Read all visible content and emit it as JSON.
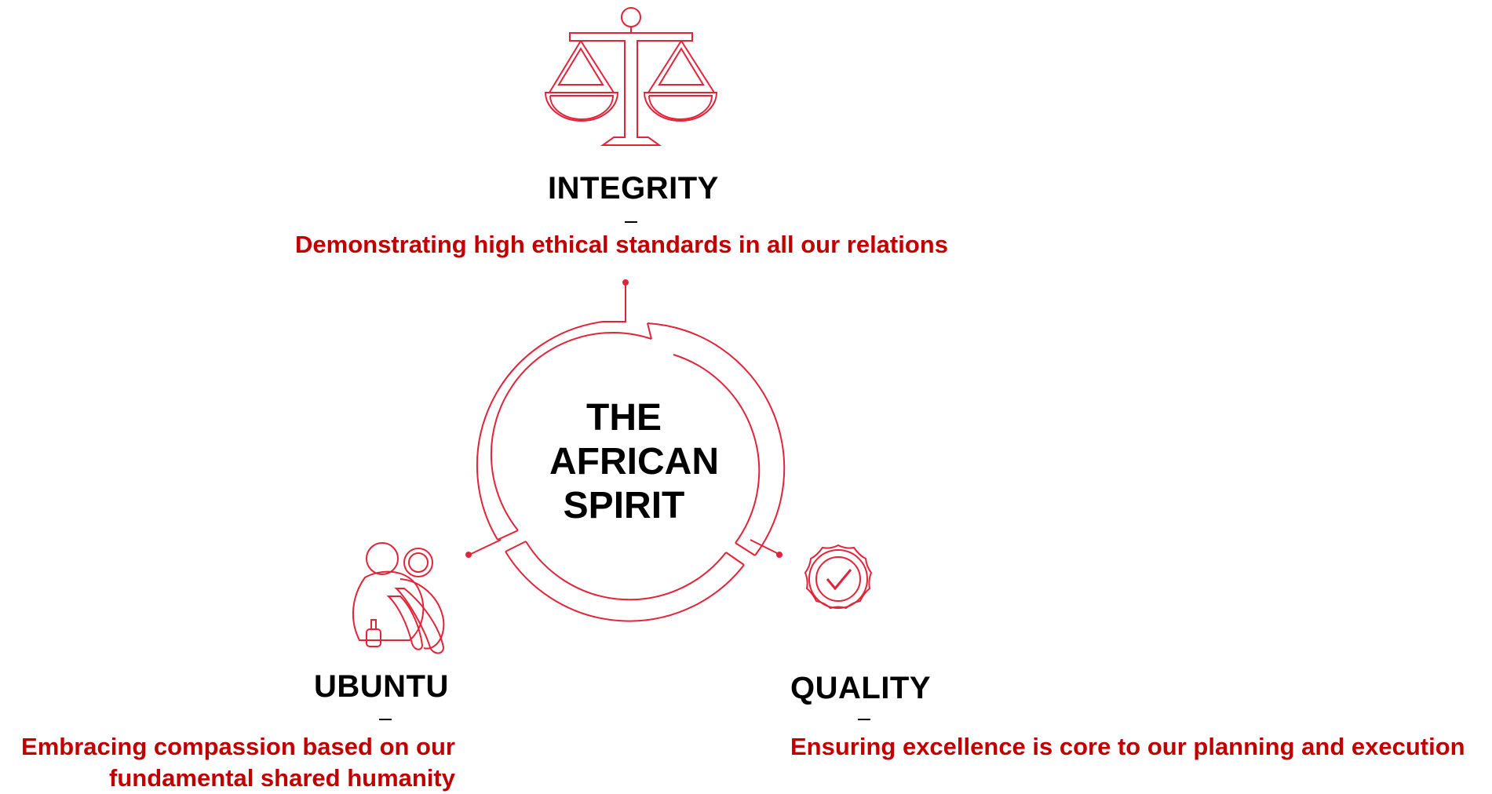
{
  "center": {
    "line1": "THE",
    "line2": "AFRICAN",
    "line3": "SPIRIT"
  },
  "values": {
    "integrity": {
      "title": "INTEGRITY",
      "description": "Demonstrating high ethical standards in all our relations",
      "icon": "scales-icon"
    },
    "ubuntu": {
      "title": "UBUNTU",
      "description_line1": "Embracing compassion based on our",
      "description_line2": "fundamental shared humanity",
      "icon": "embracing-people-icon"
    },
    "quality": {
      "title": "QUALITY",
      "description": "Ensuring excellence is core to our planning and execution",
      "icon": "quality-badge-icon"
    }
  },
  "colors": {
    "accent": "#c00000",
    "line": "#e0243a",
    "text": "#000000"
  }
}
